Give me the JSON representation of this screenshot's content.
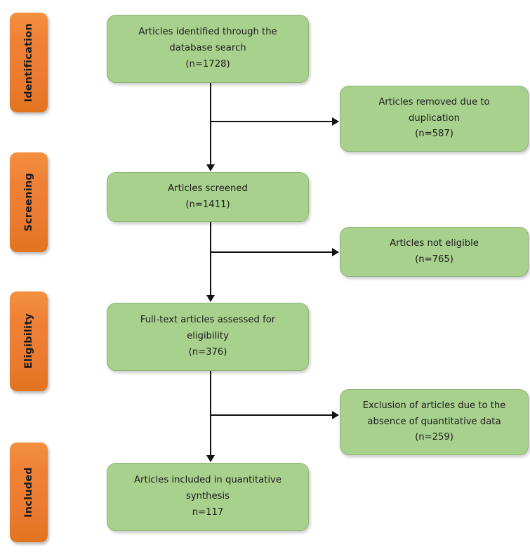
{
  "diagram": {
    "type": "prisma-flow-diagram",
    "title": "",
    "colors": {
      "stage_box": "#ED7D31",
      "node_box": "#A9D18E",
      "node_border": "#8CB573",
      "connector": "#101010",
      "text": "#1C1C1C",
      "background": "#FFFFFF"
    },
    "stages": [
      {
        "id": "identification",
        "label": "Identification"
      },
      {
        "id": "screening",
        "label": "Screening"
      },
      {
        "id": "eligibility",
        "label": "Eligibility"
      },
      {
        "id": "included",
        "label": "Included"
      }
    ],
    "main_nodes": [
      {
        "id": "identified",
        "lines": [
          "Articles identified through the",
          "database search",
          "(n=1728)"
        ],
        "count": 1728
      },
      {
        "id": "screened",
        "lines": [
          "Articles screened",
          "(n=1411)"
        ],
        "count": 1411
      },
      {
        "id": "fulltext",
        "lines": [
          "Full-text articles assessed for",
          "eligibility",
          "(n=376)"
        ],
        "count": 376
      },
      {
        "id": "included",
        "lines": [
          "Articles included in quantitative",
          "synthesis",
          "n=117"
        ],
        "count": 117
      }
    ],
    "exclusion_nodes": [
      {
        "id": "duplicates",
        "lines": [
          "Articles removed due to",
          "duplication",
          "(n=587)"
        ],
        "count": 587
      },
      {
        "id": "not-eligible",
        "lines": [
          "Articles not eligible",
          "(n=765)"
        ],
        "count": 765
      },
      {
        "id": "no-quant-data",
        "lines": [
          "Exclusion of articles due to the",
          "absence of quantitative data",
          "(n=259)"
        ],
        "count": 259
      }
    ]
  }
}
